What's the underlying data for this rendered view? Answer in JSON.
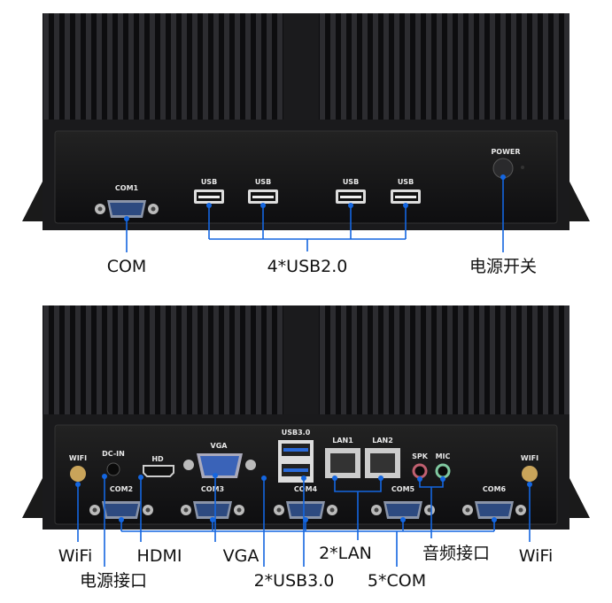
{
  "colors": {
    "accent": "#1466e0",
    "body": "#1c1c1e",
    "panel": "#111113"
  },
  "top_device": {
    "port_labels": {
      "com1": "COM1",
      "usb": "USB",
      "power": "POWER"
    },
    "callouts": {
      "com": "COM",
      "usb": "4*USB2.0",
      "power": "电源开关"
    }
  },
  "bottom_device": {
    "port_labels": {
      "wifi": "WIFI",
      "dcin": "DC-IN",
      "hd": "HD",
      "vga": "VGA",
      "usb3": "USB3.0",
      "lan1": "LAN1",
      "lan2": "LAN2",
      "spk": "SPK",
      "mic": "MIC",
      "com2": "COM2",
      "com3": "COM3",
      "com4": "COM4",
      "com5": "COM5",
      "com6": "COM6"
    },
    "callouts": {
      "wifi_left": "WiFi",
      "dc": "电源接口",
      "hdmi": "HDMI",
      "vga": "VGA",
      "usb3": "2*USB3.0",
      "lan": "2*LAN",
      "com": "5*COM",
      "audio": "音频接口",
      "wifi_right": "WiFi"
    }
  }
}
